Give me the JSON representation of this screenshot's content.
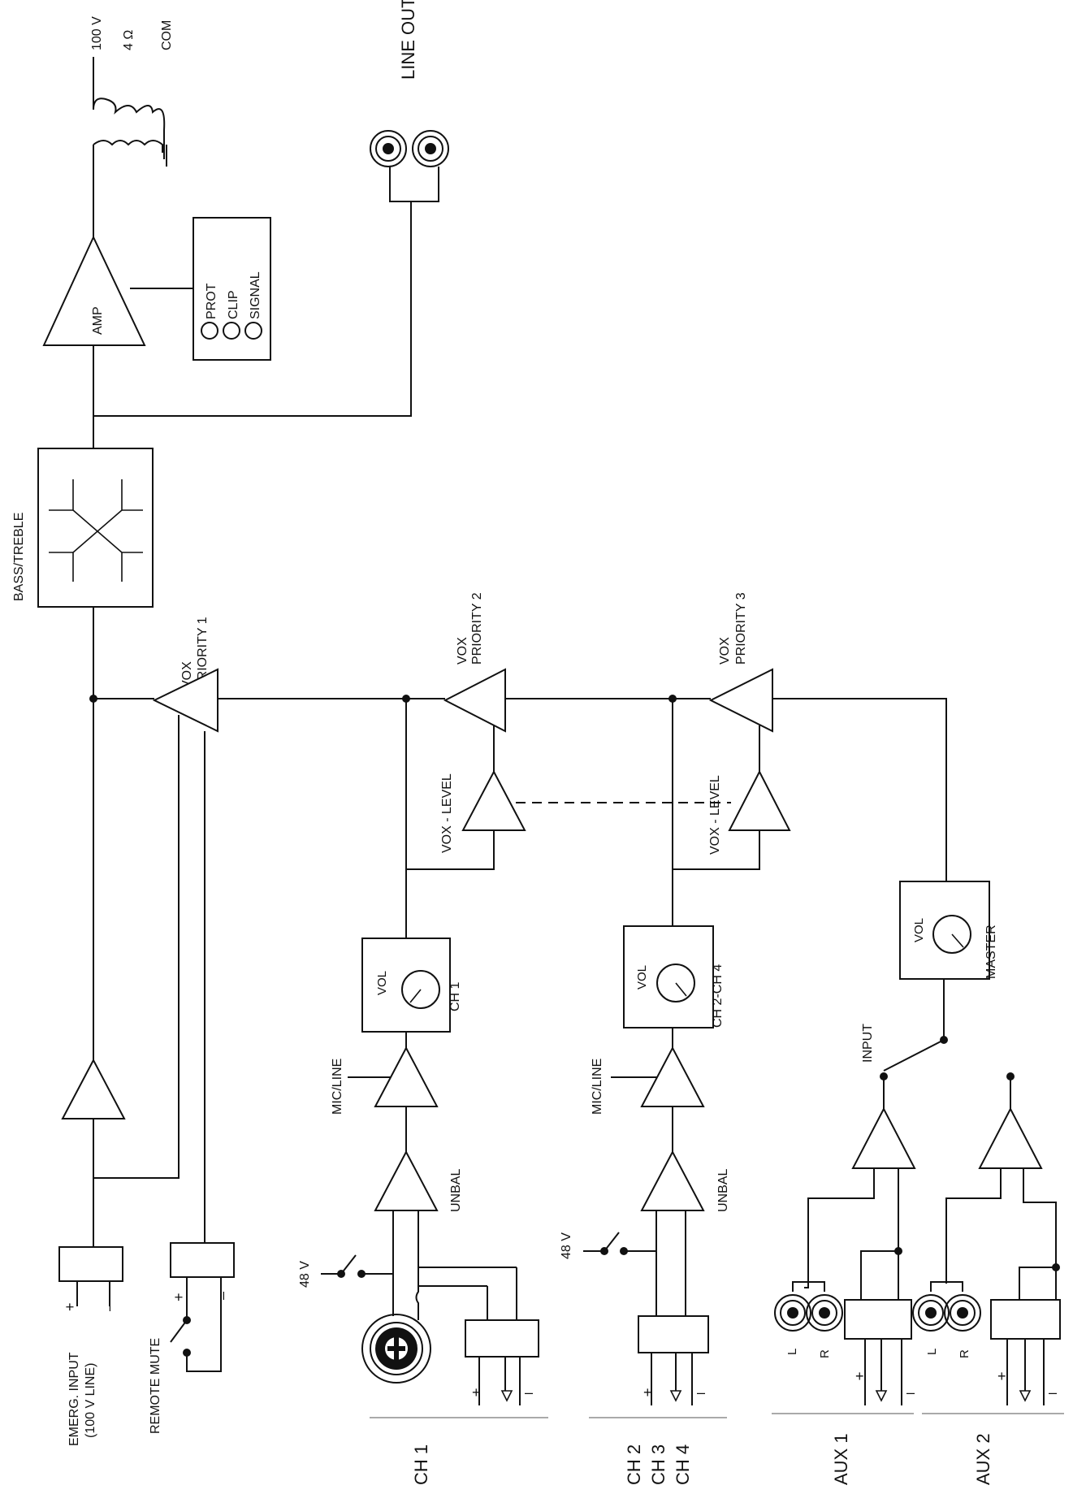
{
  "diagram": {
    "output": {
      "transformer_taps": [
        "100 V",
        "4 Ω",
        "COM"
      ],
      "line_out": "LINE OUT",
      "amp": "AMP",
      "leds": [
        "PROT",
        "CLIP",
        "SIGNAL"
      ]
    },
    "tone": {
      "label": "BASS/TREBLE"
    },
    "priority": [
      {
        "vox": "VOX",
        "label": "PRIORITY 1"
      },
      {
        "vox": "VOX",
        "label": "PRIORITY 2"
      },
      {
        "vox": "VOX",
        "label": "PRIORITY 3"
      }
    ],
    "vox_level": [
      "VOX - LEVEL",
      "VOX - LEVEL"
    ],
    "volumes": [
      {
        "vol": "VOL",
        "name": "CH 1"
      },
      {
        "vol": "VOL",
        "name": "CH 2-CH 4"
      },
      {
        "vol": "VOL",
        "name": "MASTER"
      }
    ],
    "mic_line": [
      "MIC/LINE",
      "MIC/LINE"
    ],
    "unbal": [
      "UNBAL",
      "UNBAL"
    ],
    "phantom": [
      "48 V",
      "48 V"
    ],
    "input_switch": "INPUT",
    "emergency": {
      "line1": "EMERG. INPUT",
      "line2": "(100 V LINE)",
      "plus": "+",
      "minus": "–"
    },
    "remote_mute": {
      "label": "REMOTE MUTE",
      "plus": "+",
      "minus": "–"
    },
    "pins": {
      "plus": "+",
      "minus": "–",
      "left": "L",
      "right": "R"
    },
    "sections": {
      "ch1": "CH 1",
      "ch234": [
        "CH 2",
        "CH 3",
        "CH 4"
      ],
      "aux1": "AUX 1",
      "aux2": "AUX 2"
    }
  }
}
